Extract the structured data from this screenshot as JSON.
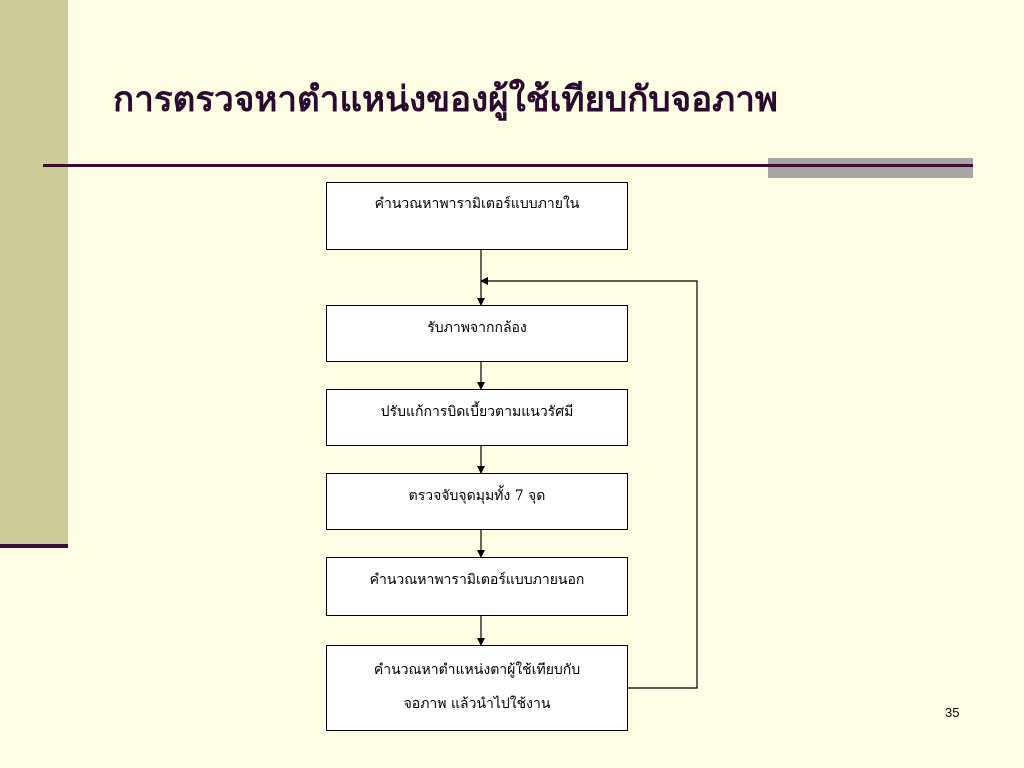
{
  "slide": {
    "title": "การตรวจหาตำแหน่งของผู้ใช้เทียบกับจอภาพ",
    "page_number": "35"
  },
  "flowchart": {
    "steps": [
      {
        "lines": [
          "คำนวณหาพารามิเตอร์แบบภายใน"
        ]
      },
      {
        "lines": [
          "รับภาพจากกล้อง"
        ]
      },
      {
        "lines": [
          "ปรับแก้การบิดเบี้ยวตามแนวรัศมี"
        ]
      },
      {
        "lines": [
          "ตรวจจับจุดมุมทั้ง 7 จุด"
        ]
      },
      {
        "lines": [
          "คำนวณหาพารามิเตอร์แบบภายนอก"
        ]
      },
      {
        "lines": [
          "คำนวณหาตำแหน่งตาผู้ใช้เทียบกับ",
          "จอภาพ แล้วนำไปใช้งาน"
        ]
      }
    ]
  },
  "colors": {
    "background": "#fffde3",
    "sidebar": "#cccc99",
    "accent_rule": "#3b0f2f",
    "title_text": "#2b0a30",
    "grey_bar": "#a8a6a6"
  }
}
